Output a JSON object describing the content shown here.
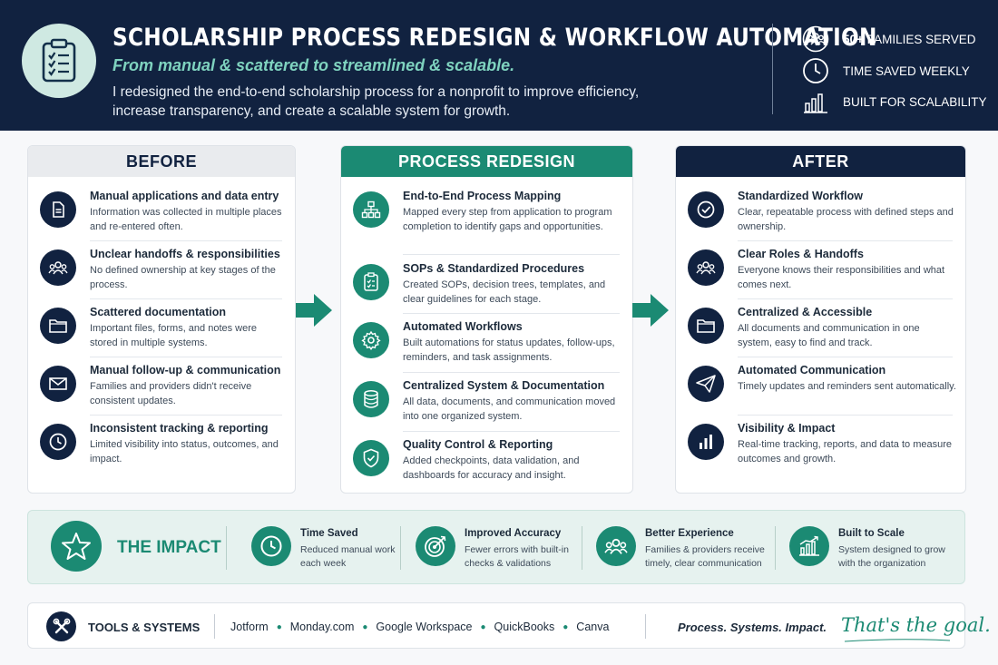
{
  "header": {
    "title": "SCHOLARSHIP PROCESS REDESIGN & WORKFLOW AUTOMATION",
    "subtitle": "From manual & scattered to streamlined & scalable.",
    "description": "I redesigned the end-to-end scholarship process for a nonprofit to improve efficiency, increase transparency, and create a scalable system for growth.",
    "stats": [
      {
        "bold": "50+",
        "label": " FAMILIES SERVED",
        "icon": "families-icon"
      },
      {
        "bold": "",
        "label": "TIME SAVED WEEKLY",
        "icon": "clock-icon"
      },
      {
        "bold": "",
        "label": "BUILT FOR SCALABILITY",
        "icon": "bar-chart-icon"
      }
    ]
  },
  "columns": {
    "before": {
      "title": "BEFORE",
      "color": "#112240",
      "items": [
        {
          "title": "Manual applications and data entry",
          "desc": "Information was collected in multiple places and re-entered often.",
          "icon": "document-icon"
        },
        {
          "title": "Unclear handoffs & responsibilities",
          "desc": "No defined ownership at key stages of the process.",
          "icon": "people-icon"
        },
        {
          "title": "Scattered documentation",
          "desc": "Important files, forms, and notes were stored in multiple systems.",
          "icon": "folder-icon"
        },
        {
          "title": "Manual follow-up & communication",
          "desc": "Families and providers didn't receive consistent updates.",
          "icon": "envelope-icon"
        },
        {
          "title": "Inconsistent tracking & reporting",
          "desc": "Limited visibility into status, outcomes, and impact.",
          "icon": "clock-icon"
        }
      ]
    },
    "redesign": {
      "title": "PROCESS REDESIGN",
      "color": "#1b8a73",
      "items": [
        {
          "title": "End-to-End Process Mapping",
          "desc": "Mapped every step from application to program completion to identify gaps and opportunities.",
          "icon": "sitemap-icon"
        },
        {
          "title": "SOPs & Standardized Procedures",
          "desc": "Created SOPs, decision trees, templates, and clear guidelines for each stage.",
          "icon": "checklist-icon"
        },
        {
          "title": "Automated Workflows",
          "desc": "Built automations for status updates, follow-ups, reminders, and task assignments.",
          "icon": "gear-icon"
        },
        {
          "title": "Centralized System & Documentation",
          "desc": "All data, documents, and communication moved into one organized system.",
          "icon": "database-icon"
        },
        {
          "title": "Quality Control & Reporting",
          "desc": "Added checkpoints, data validation, and dashboards for accuracy and insight.",
          "icon": "shield-check-icon"
        }
      ]
    },
    "after": {
      "title": "AFTER",
      "color": "#112240",
      "items": [
        {
          "title": "Standardized Workflow",
          "desc": "Clear, repeatable process with defined steps and ownership.",
          "icon": "check-circle-icon"
        },
        {
          "title": "Clear Roles & Handoffs",
          "desc": "Everyone knows their responsibilities and what comes next.",
          "icon": "people-icon"
        },
        {
          "title": "Centralized & Accessible",
          "desc": "All documents and communication in one system, easy to find and track.",
          "icon": "folder-icon"
        },
        {
          "title": "Automated Communication",
          "desc": "Timely updates and reminders sent automatically.",
          "icon": "paper-plane-icon"
        },
        {
          "title": "Visibility & Impact",
          "desc": "Real-time tracking, reports, and data to measure outcomes and growth.",
          "icon": "bar-chart-icon"
        }
      ]
    }
  },
  "impact": {
    "title": "THE IMPACT",
    "items": [
      {
        "title": "Time Saved",
        "desc1": "Reduced manual work",
        "desc2": "each week",
        "icon": "clock-icon"
      },
      {
        "title": "Improved Accuracy",
        "desc1": "Fewer errors with built-in",
        "desc2": "checks & validations",
        "icon": "target-icon"
      },
      {
        "title": "Better Experience",
        "desc1": "Families & providers receive",
        "desc2": "timely, clear communication",
        "icon": "people-icon"
      },
      {
        "title": "Built to Scale",
        "desc1": "System designed to grow",
        "desc2": "with the organization",
        "icon": "growth-chart-icon"
      }
    ]
  },
  "tools": {
    "label": "TOOLS & SYSTEMS",
    "list": [
      "Jotform",
      "Monday.com",
      "Google Workspace",
      "QuickBooks",
      "Canva"
    ],
    "tagline": "Process. Systems. Impact.",
    "script": "That's the goal."
  }
}
